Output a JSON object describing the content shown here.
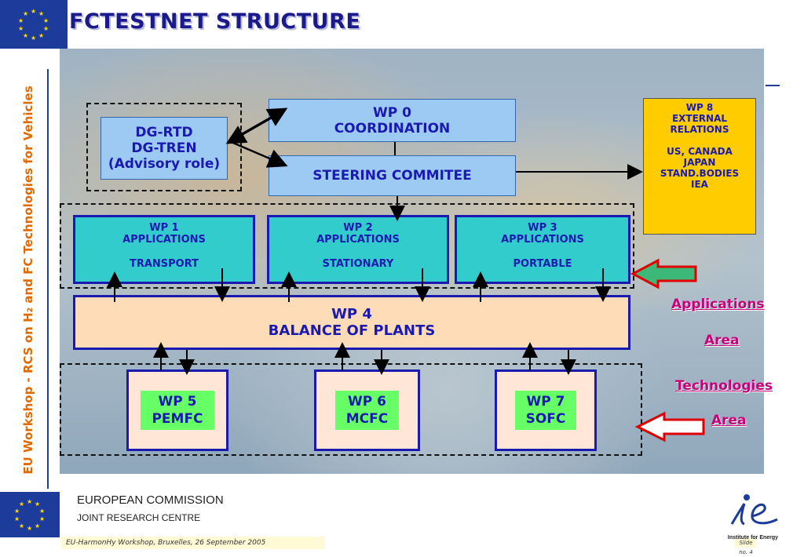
{
  "slide": {
    "title": "FCTESTNET STRUCTURE",
    "vertical_label": "EU Workshop - RCS on H₂ and FC Technologies for Vehicles",
    "footer_org_line1": "EUROPEAN COMMISSION",
    "footer_org_line2": "JOINT RESEARCH CENTRE",
    "footnote": "EU-HarmonHy Workshop, Bruxelles, 26 September 2005",
    "slide_number": "Slide no. 4",
    "ie_caption": "Institute for Energy"
  },
  "diagram": {
    "dg_box": {
      "line1": "DG-RTD",
      "line2": "DG-TREN",
      "line3": "(Advisory role)"
    },
    "wp0": {
      "line1": "WP 0",
      "line2": "COORDINATION"
    },
    "steering": {
      "label": "STEERING COMMITEE"
    },
    "wp8": {
      "line1": "WP 8",
      "line2": "EXTERNAL",
      "line3": "RELATIONS",
      "line4": "US, CANADA",
      "line5": "JAPAN",
      "line6": "STAND.BODIES",
      "line7": "IEA"
    },
    "applications": [
      {
        "wp": "WP 1",
        "kind": "APPLICATIONS",
        "area": "TRANSPORT"
      },
      {
        "wp": "WP 2",
        "kind": "APPLICATIONS",
        "area": "STATIONARY"
      },
      {
        "wp": "WP 3",
        "kind": "APPLICATIONS",
        "area": "PORTABLE"
      }
    ],
    "wp4": {
      "line1": "WP 4",
      "line2": "BALANCE OF PLANTS"
    },
    "technologies": [
      {
        "wp": "WP 5",
        "name": "PEMFC"
      },
      {
        "wp": "WP 6",
        "name": "MCFC"
      },
      {
        "wp": "WP 7",
        "name": "SOFC"
      }
    ],
    "links": {
      "applications": "Applications",
      "applications_area": "Area",
      "technologies": "Technologies",
      "technologies_area": "Area"
    }
  },
  "colors": {
    "title": "#1a1a8c",
    "box_light_blue": "#9ccaf2",
    "box_teal": "#33cccc",
    "box_peach": "#ffdcb8",
    "box_green": "#66ff66",
    "wp8_yellow": "#ffcc00",
    "link_magenta": "#c8007a",
    "arrow_red": "#e00000",
    "arrow_fill": "#3cb878"
  },
  "icons": [
    "eu-flag-icon",
    "ie-logo-icon",
    "pointer-arrow-icon"
  ]
}
